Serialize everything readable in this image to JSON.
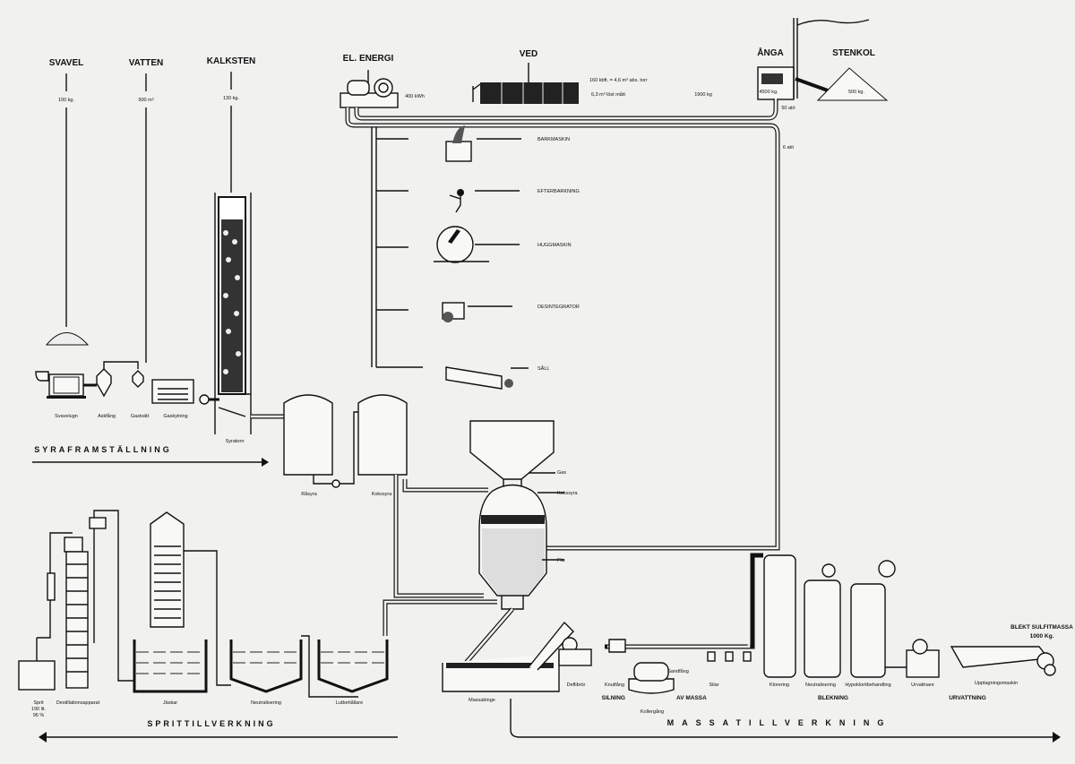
{
  "title": "Sulfitmassa process diagram",
  "inputs": {
    "svavel": {
      "label": "SVAVEL",
      "amount": "100 kg."
    },
    "vatten": {
      "label": "VATTEN",
      "amount": "500 m³"
    },
    "kalksten": {
      "label": "KALKSTEN",
      "amount": "130 kg."
    },
    "el_energi": {
      "label": "EL. ENERGI",
      "amount": "400 kWh"
    },
    "ved": {
      "label": "VED",
      "line1": "160 kbft. = 4,6 m³ abs. torr",
      "line2": "6,3 m³ löst mått",
      "weight": "1900 kg"
    },
    "anga": {
      "label": "ÅNGA",
      "amount": "4500 kg."
    },
    "stenkol": {
      "label": "STENKOL",
      "amount": "500 kg."
    },
    "pressure_high": "50 atö",
    "pressure_low": "6 atö"
  },
  "wood_steps": [
    "BARKMASKIN",
    "EFTERBARKNING",
    "HUGGMASKIN",
    "DESINTEGRATOR",
    "SÅLL"
  ],
  "acid": {
    "labels": [
      "Svavelugn",
      "Askfång",
      "Gastvätt",
      "Gaskylning",
      "Syratorn"
    ],
    "section": "SYRAFRAMSTÄLLNING",
    "tanks": [
      "Råsyra",
      "Kokssyra"
    ]
  },
  "digester": {
    "gas": "Gas",
    "kokssyra": "Kokssyra",
    "flis": "Flis"
  },
  "spirit": {
    "product": [
      "Sprit",
      "190 lit.",
      "96 %"
    ],
    "labels": [
      "Destillationsapparat",
      "Jäskar",
      "Neutralisering",
      "Lutbehållare"
    ],
    "section": "SPRITTILLVERKNING"
  },
  "pulp": {
    "labels": [
      "Massabinge",
      "Deflibrör",
      "Knutfång",
      "Sandfång",
      "Silar",
      "Kollergång",
      "Klorering",
      "Neutralisering",
      "Hypokloritbehandling",
      "Urvattnare",
      "Upptagningsmaskin"
    ],
    "silning_1": "SILNING",
    "silning_2": "AV MASSA",
    "blekning": "BLEKNING",
    "urvattning": "URVATTNING",
    "section": "MASSATILLVERKNING",
    "product": {
      "line1": "BLEKT SULFITMASSA",
      "line2": "1000 Kg."
    }
  }
}
